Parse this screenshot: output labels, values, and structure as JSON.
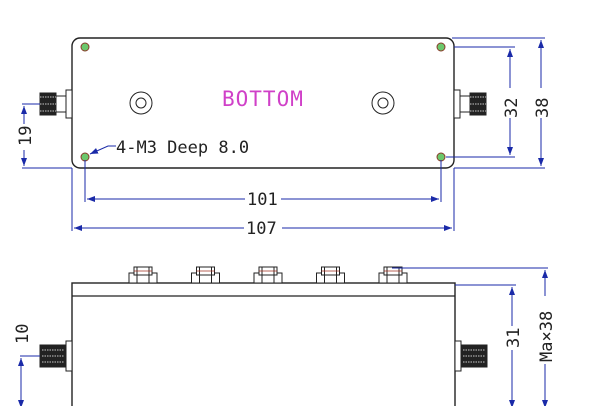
{
  "top_view": {
    "title": "BOTTOM",
    "hole_note": "4-M3 Deep 8.0",
    "dims": {
      "hole_spacing_v": "32",
      "height": "38",
      "connector_offset": "19",
      "hole_spacing_h": "101",
      "length": "107"
    }
  },
  "side_view": {
    "dims": {
      "connector_height": "10",
      "body_height": "31",
      "max_height": "Ma×38"
    },
    "nut_count": 5
  },
  "colors": {
    "outline": "#222222",
    "dimension": "#1a2aa8",
    "title": "#d040c8",
    "hole": "#3caa3c"
  }
}
